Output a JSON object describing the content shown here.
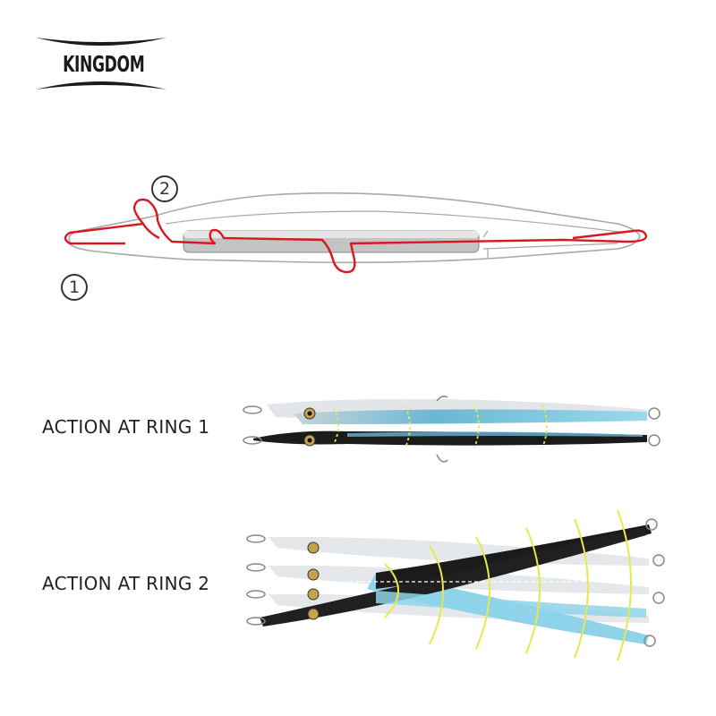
{
  "brand": {
    "name": "KINGDOM"
  },
  "diagram": {
    "markers": [
      "①",
      "②"
    ],
    "colors": {
      "outline": "#9a9a9a",
      "wire": "#d71920",
      "weight": "#b8b8b8"
    }
  },
  "actions": [
    {
      "label": "ACTION AT RING 1"
    },
    {
      "label": "ACTION AT RING 2"
    }
  ],
  "colors": {
    "lure_blue": "#8fd3ea",
    "lure_dark": "#1b1b1b",
    "swing_arc": "#e8e84a"
  }
}
